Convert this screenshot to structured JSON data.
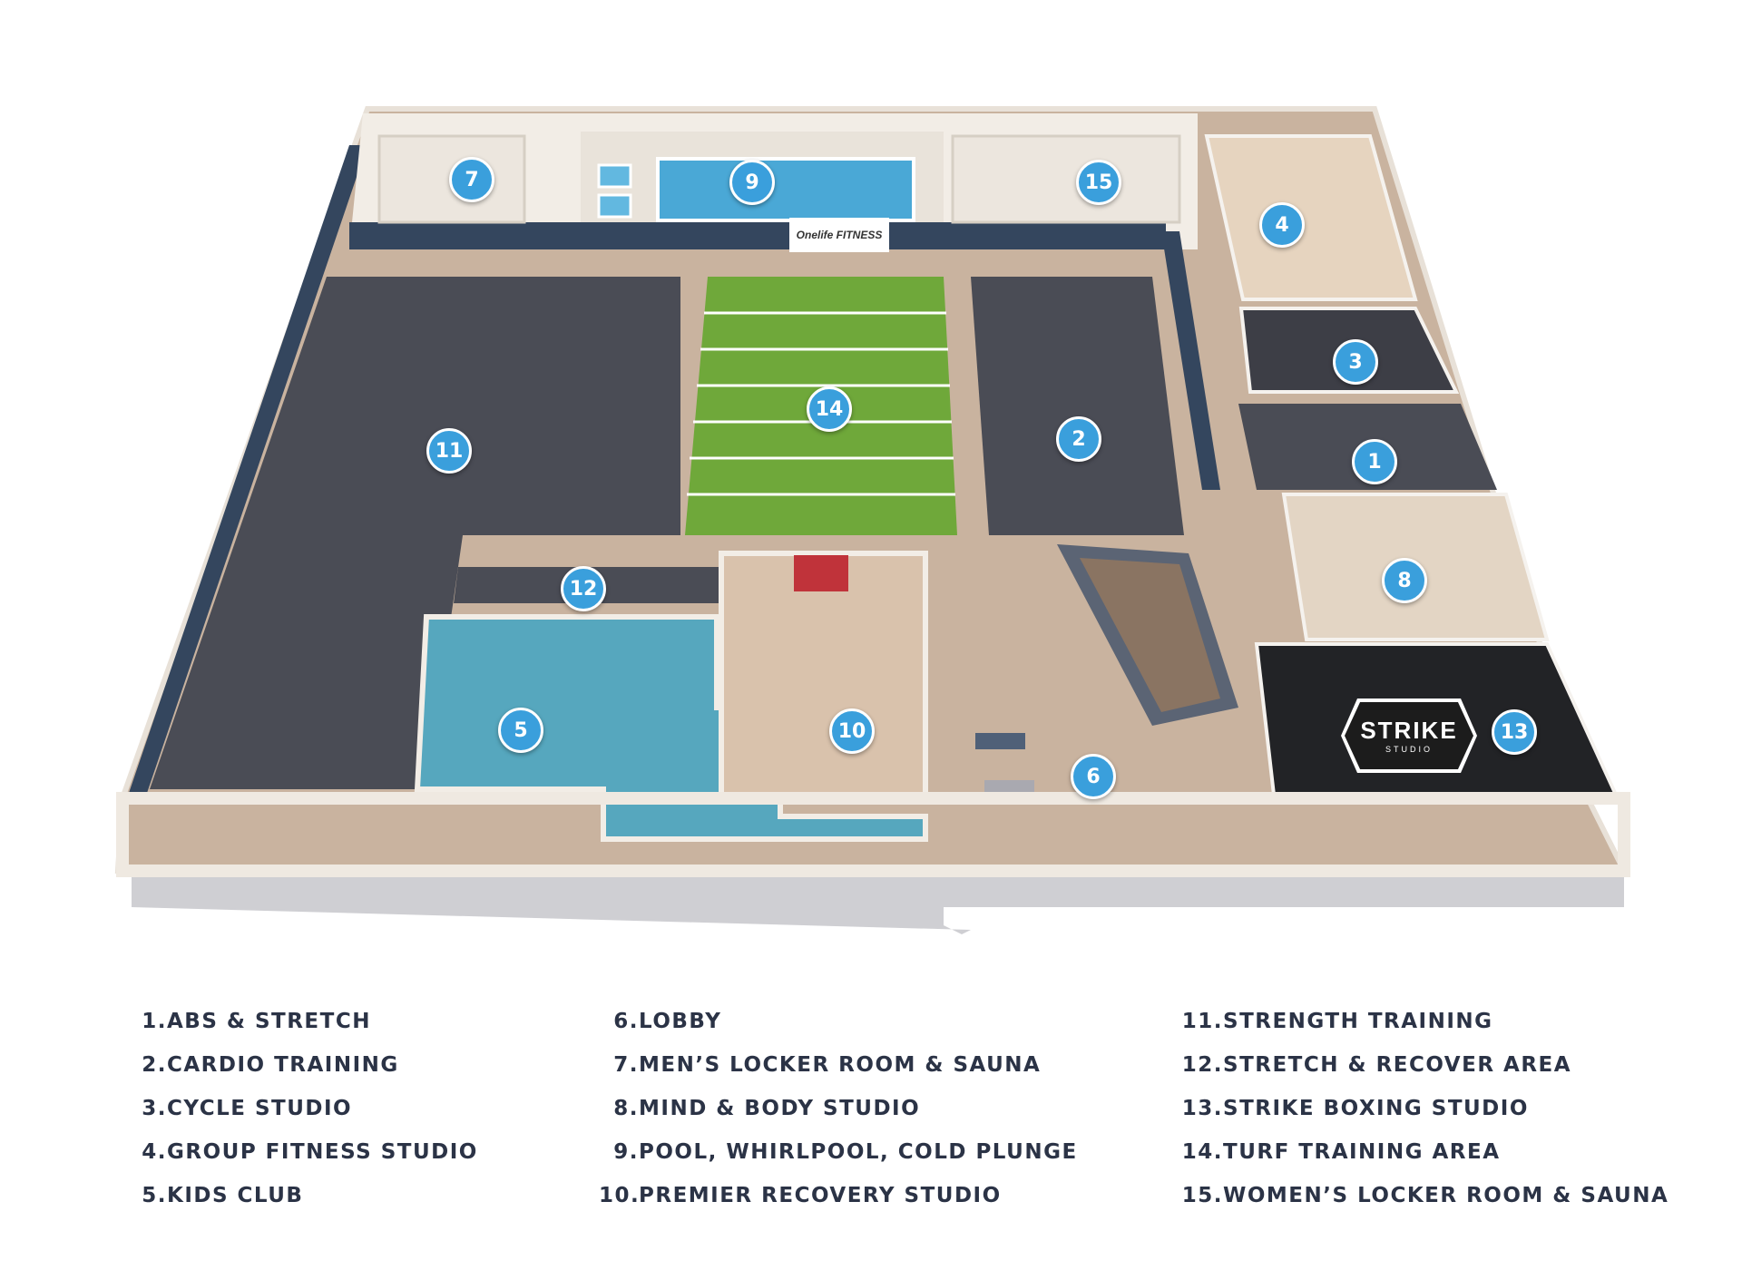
{
  "map": {
    "markers": [
      {
        "id": "1",
        "label": "1"
      },
      {
        "id": "2",
        "label": "2"
      },
      {
        "id": "3",
        "label": "3"
      },
      {
        "id": "4",
        "label": "4"
      },
      {
        "id": "5",
        "label": "5"
      },
      {
        "id": "6",
        "label": "6"
      },
      {
        "id": "7",
        "label": "7"
      },
      {
        "id": "8",
        "label": "8"
      },
      {
        "id": "9",
        "label": "9"
      },
      {
        "id": "10",
        "label": "10"
      },
      {
        "id": "11",
        "label": "11"
      },
      {
        "id": "12",
        "label": "12"
      },
      {
        "id": "13",
        "label": "13"
      },
      {
        "id": "14",
        "label": "14"
      },
      {
        "id": "15",
        "label": "15"
      }
    ],
    "brand_sign": "Onelife FITNESS",
    "strike_logo": {
      "title": "STRIKE",
      "subtitle": "STUDIO"
    },
    "colors": {
      "marker": "#3a9fdc",
      "floor": "#c9b39f",
      "gym_floor": "#4a4c55",
      "turf": "#6fa83a",
      "pool": "#4aa8d6",
      "kids": "#56a7be",
      "wall": "#f2ede6",
      "accent_wall": "#34465e",
      "strike_floor": "#222326",
      "mind_floor": "#e3d5c4"
    }
  },
  "legend": {
    "col1": [
      {
        "num": "1.",
        "text": "ABS & STRETCH"
      },
      {
        "num": "2.",
        "text": "CARDIO TRAINING"
      },
      {
        "num": "3.",
        "text": "CYCLE STUDIO"
      },
      {
        "num": "4.",
        "text": "GROUP FITNESS STUDIO"
      },
      {
        "num": "5.",
        "text": "KIDS CLUB"
      }
    ],
    "col2": [
      {
        "num": "6.",
        "text": "LOBBY"
      },
      {
        "num": "7.",
        "text": "MEN’S LOCKER ROOM & SAUNA"
      },
      {
        "num": "8.",
        "text": "MIND & BODY STUDIO"
      },
      {
        "num": "9.",
        "text": "POOL,  WHIRLPOOL, COLD PLUNGE"
      },
      {
        "num": "10.",
        "text": "PREMIER RECOVERY STUDIO"
      }
    ],
    "col3": [
      {
        "num": "11.",
        "text": "STRENGTH TRAINING"
      },
      {
        "num": "12.",
        "text": " STRETCH & RECOVER AREA"
      },
      {
        "num": "13.",
        "text": "STRIKE BOXING STUDIO"
      },
      {
        "num": "14.",
        "text": "TURF TRAINING AREA"
      },
      {
        "num": "15.",
        "text": "WOMEN’S LOCKER ROOM & SAUNA"
      }
    ]
  }
}
